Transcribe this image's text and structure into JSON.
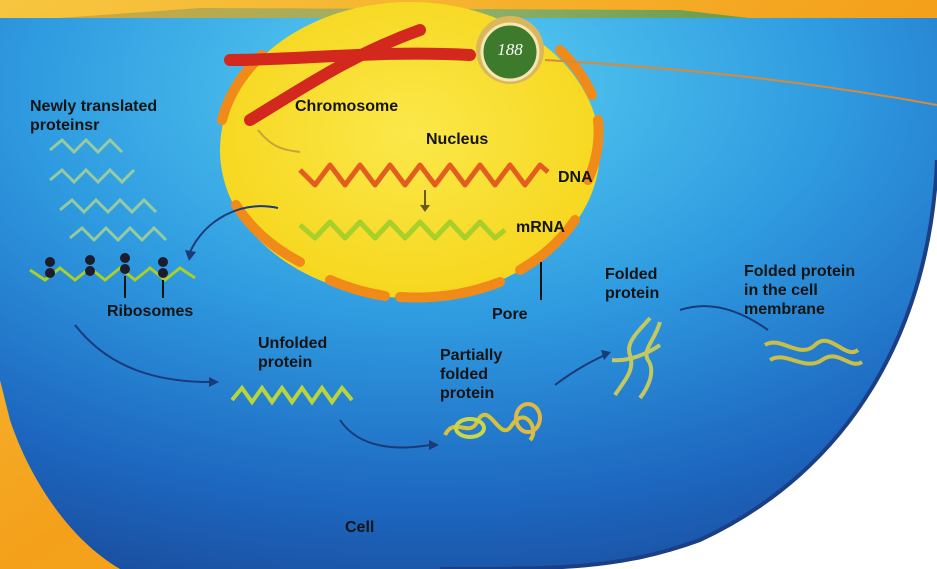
{
  "page_number": "188",
  "labels": {
    "newly_translated": "Newly translated\nproteinsr",
    "chromosome": "Chromosome",
    "nucleus": "Nucleus",
    "dna": "DNA",
    "mrna": "mRNA",
    "ribosomes": "Ribosomes",
    "pore": "Pore",
    "folded_protein": "Folded\nprotein",
    "folded_membrane": "Folded protein\nin the cell\nmembrane",
    "unfolded_protein": "Unfolded\nprotein",
    "partially_folded": "Partially\nfolded\nprotein",
    "cell": "Cell"
  },
  "colors": {
    "cytoplasm_light": "#4cc6ee",
    "cytoplasm_deep": "#1b5fb8",
    "nucleus_yellow": "#f9e21e",
    "nucleus_border": "#f08b19",
    "chromosome_red": "#d2281e",
    "molecule_green": "#b8d63a",
    "outer_gold": "#f2a81a",
    "badge_green": "#3e7a2c"
  }
}
